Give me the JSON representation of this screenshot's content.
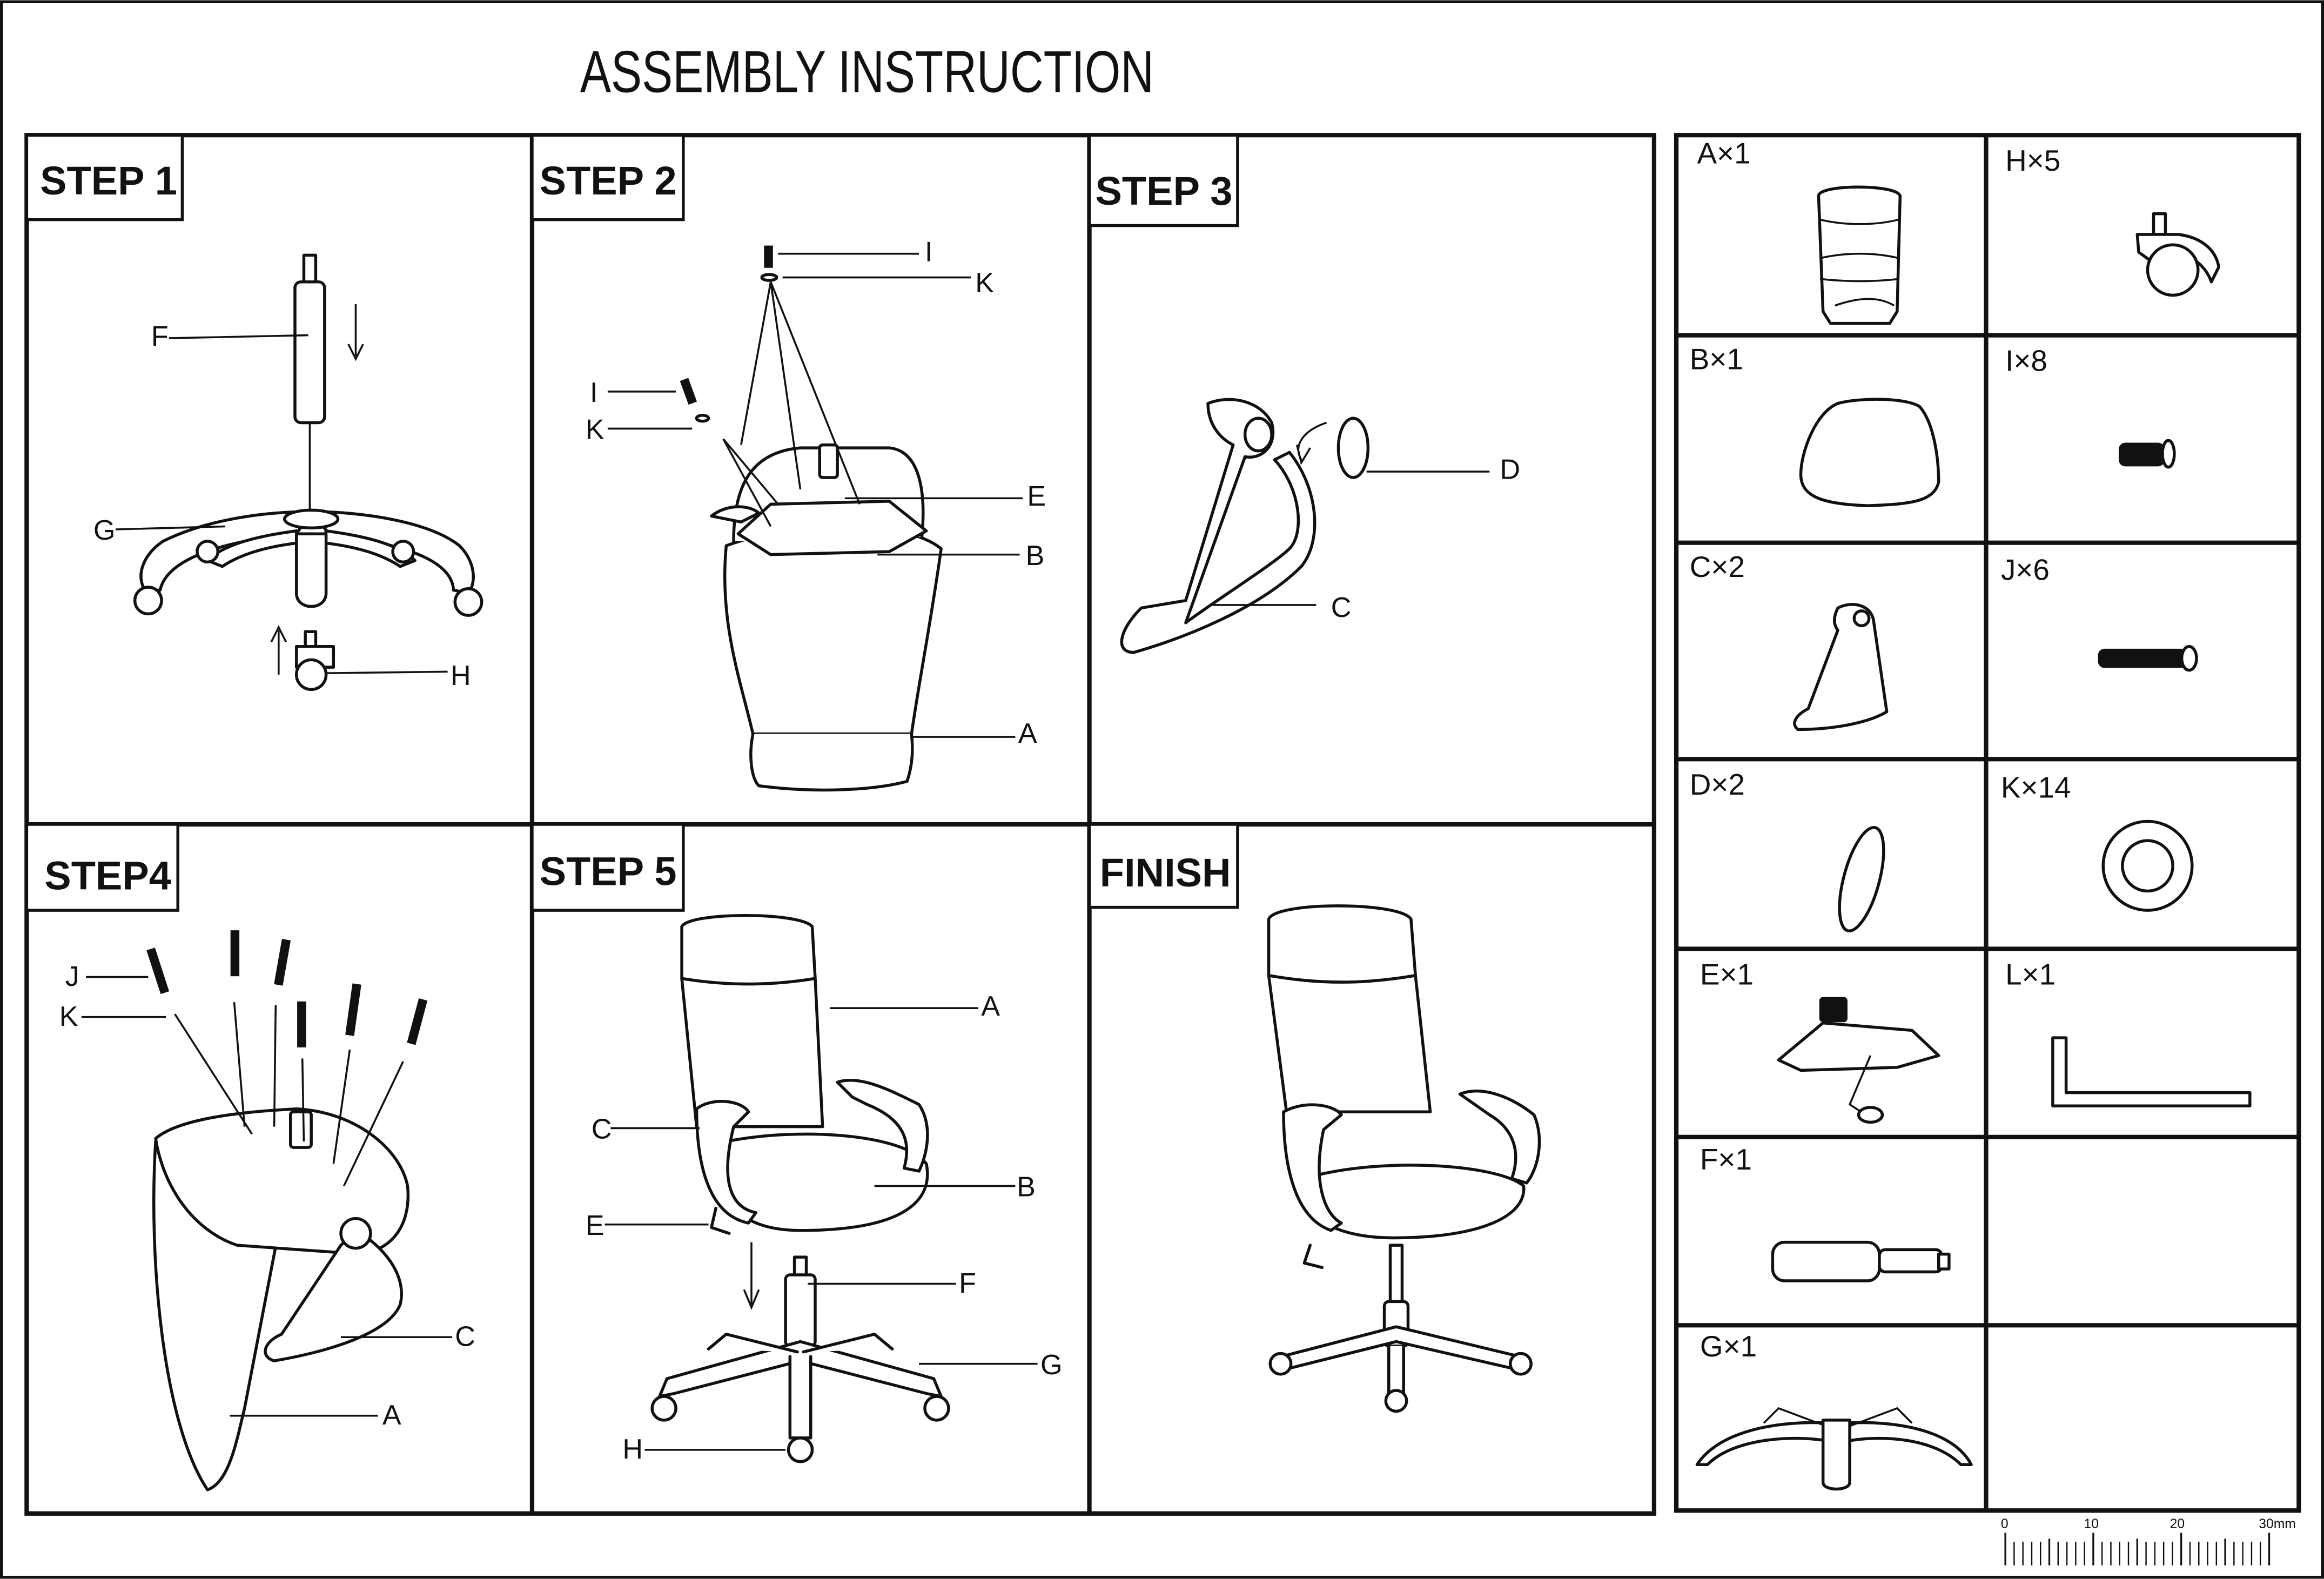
{
  "title": "ASSEMBLY INSTRUCTION",
  "steps": [
    {
      "label": "STEP 1",
      "callouts": [
        "F",
        "G",
        "H"
      ]
    },
    {
      "label": "STEP 2",
      "callouts": [
        "I",
        "K",
        "I",
        "K",
        "E",
        "B",
        "A"
      ]
    },
    {
      "label": "STEP 3",
      "callouts": [
        "D",
        "C"
      ]
    },
    {
      "label": "STEP4",
      "callouts": [
        "J",
        "K",
        "C",
        "A"
      ]
    },
    {
      "label": "STEP 5",
      "callouts": [
        "A",
        "C",
        "B",
        "E",
        "F",
        "G",
        "H"
      ]
    },
    {
      "label": "FINISH",
      "callouts": []
    }
  ],
  "parts": [
    {
      "label": "A×1",
      "icon": "backrest-icon"
    },
    {
      "label": "H×5",
      "icon": "caster-icon"
    },
    {
      "label": "B×1",
      "icon": "seat-icon"
    },
    {
      "label": "I×8",
      "icon": "short-bolt-icon"
    },
    {
      "label": "C×2",
      "icon": "armrest-icon"
    },
    {
      "label": "J×6",
      "icon": "long-bolt-icon"
    },
    {
      "label": "D×2",
      "icon": "cap-icon"
    },
    {
      "label": "K×14",
      "icon": "washer-icon"
    },
    {
      "label": "E×1",
      "icon": "mechanism-icon"
    },
    {
      "label": "L×1",
      "icon": "allen-key-icon"
    },
    {
      "label": "F×1",
      "icon": "gas-lift-icon"
    },
    {
      "label": "G×1",
      "icon": "base-icon"
    }
  ],
  "ruler": {
    "labels": [
      "0",
      "10",
      "20",
      "30mm"
    ]
  }
}
